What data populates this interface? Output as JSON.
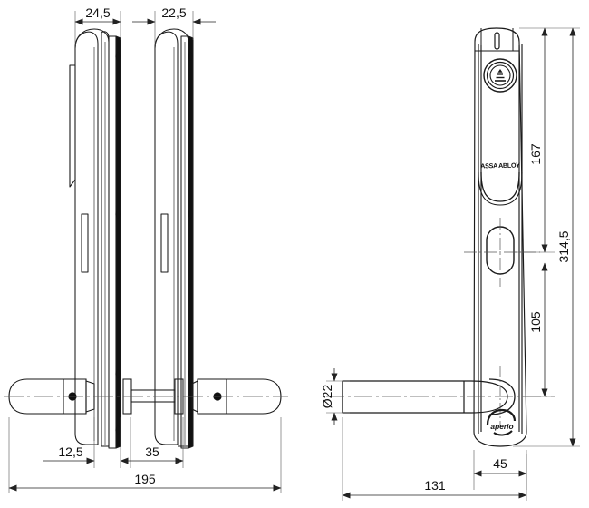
{
  "drawing": {
    "title": "ASSA ABLOY Aperio electronic escutcheon lock - technical dimension drawing",
    "background": "#ffffff",
    "line_color": "#1a1a1a",
    "thin_line_color": "#555555",
    "dim_color": "#222222",
    "views": [
      {
        "name": "side-view-left-outer",
        "label": ""
      },
      {
        "name": "side-view-left-inner",
        "label": ""
      },
      {
        "name": "front-view-right",
        "label": ""
      }
    ],
    "brand_marks": {
      "assa_abloy": "ASSA ABLOY",
      "aperio": "aperio"
    },
    "icons": {
      "rfid_reader": "rfid-contactless-icon",
      "led_slot": "led-indicator-slot",
      "cylinder": "euro-cylinder-keyhole",
      "handle_pin": "handle-fixing-pin"
    }
  },
  "dimensions": {
    "top_left": {
      "value": "24,5",
      "orientation": "horizontal"
    },
    "top_right_of_left_group": {
      "value": "22,5",
      "orientation": "horizontal"
    },
    "bottom_left_small": {
      "value": "12,5",
      "orientation": "horizontal"
    },
    "bottom_left_mid": {
      "value": "35",
      "orientation": "horizontal"
    },
    "bottom_left_overall": {
      "value": "195",
      "orientation": "horizontal"
    },
    "right_upper_vertical": {
      "value": "167",
      "orientation": "vertical"
    },
    "right_overall_vertical": {
      "value": "314,5",
      "orientation": "vertical"
    },
    "right_lower_vertical": {
      "value": "105",
      "orientation": "vertical"
    },
    "handle_diameter": {
      "value": "Ø22",
      "orientation": "vertical"
    },
    "front_plate_width": {
      "value": "45",
      "orientation": "horizontal"
    },
    "front_overall_width": {
      "value": "131",
      "orientation": "horizontal"
    }
  }
}
